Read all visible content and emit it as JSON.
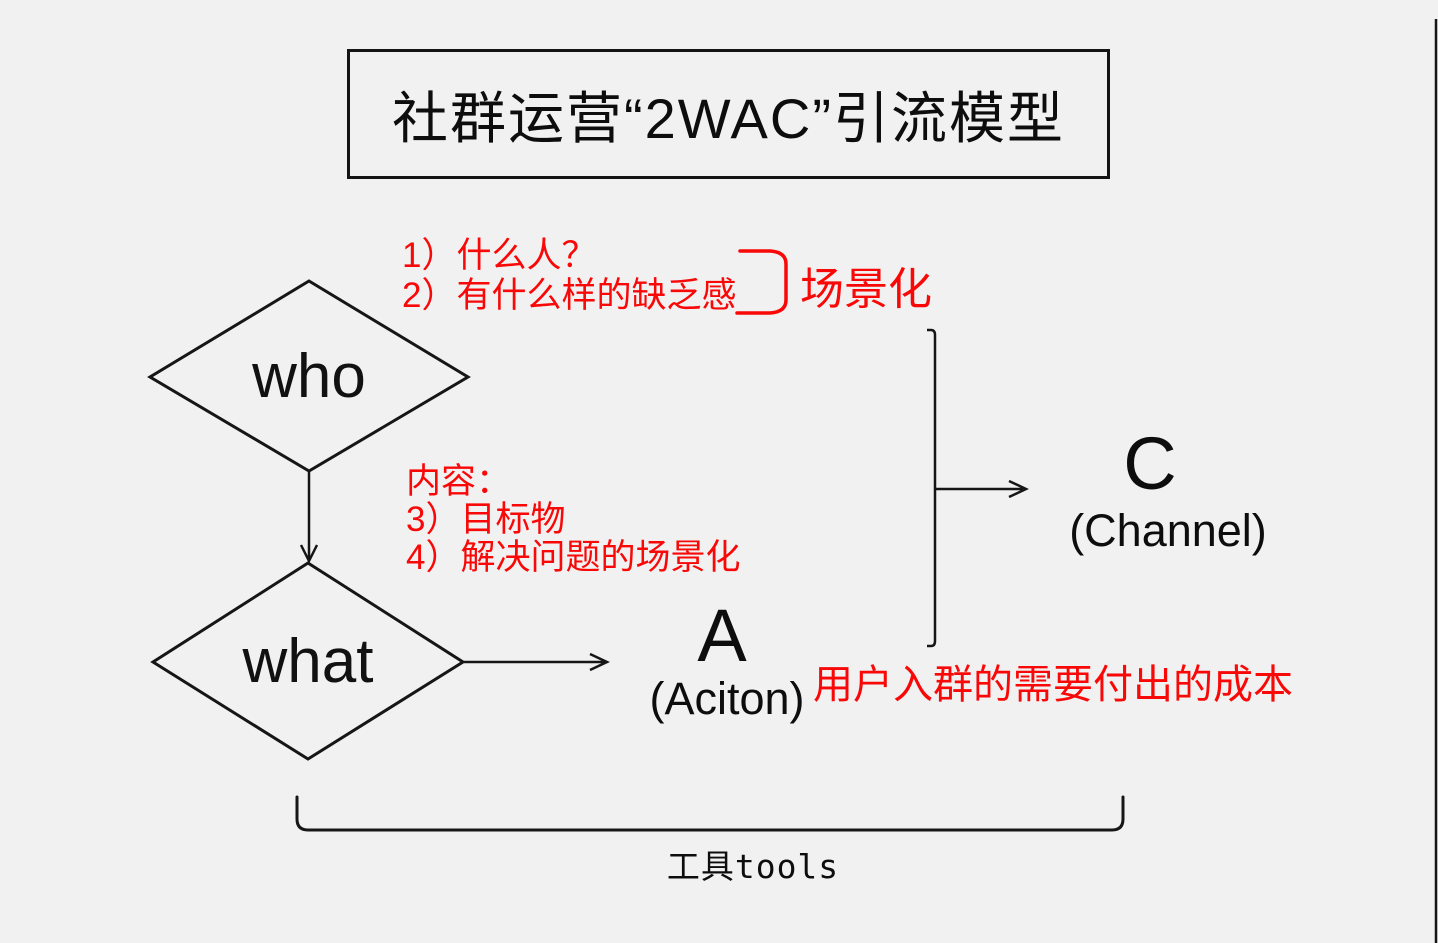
{
  "page": {
    "background_color": "#f1f1f1",
    "ink_color": "#161616",
    "annotation_red": "#f90808"
  },
  "title": {
    "text": "社群运营“2WAC”引流模型"
  },
  "nodes": {
    "who": {
      "label": "who"
    },
    "what": {
      "label": "what"
    },
    "action": {
      "letter": "A",
      "caption": "(Aciton)"
    },
    "channel": {
      "letter": "C",
      "caption": "(Channel)"
    }
  },
  "annotations": {
    "who_notes": {
      "line1": "1）什么人？",
      "line2": "2）有什么样的缺乏感"
    },
    "scene_label": "场景化",
    "content_notes": {
      "line1": "内容：",
      "line2": "3）目标物",
      "line3": "4）解决问题的场景化"
    },
    "cost_note": "用户入群的需要付出的成本",
    "tools_label": "工具tools"
  }
}
